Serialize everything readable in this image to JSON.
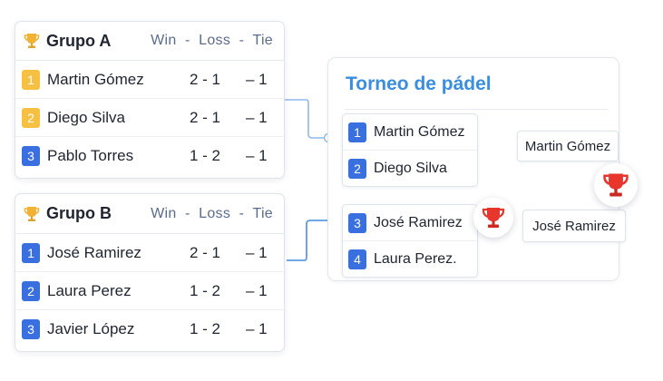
{
  "groups": [
    {
      "title": "Grupo A",
      "columns": "Win  -  Loss  -  Tie",
      "rows": [
        {
          "rank": "1",
          "name": "Martin Gómez",
          "record": "2 - 1",
          "tie": "– 1",
          "badge_color": "#f6c143"
        },
        {
          "rank": "2",
          "name": "Diego Silva",
          "record": "2 - 1",
          "tie": "– 1",
          "badge_color": "#f6c143"
        },
        {
          "rank": "3",
          "name": "Pablo Torres",
          "record": "1 - 2",
          "tie": "– 1",
          "badge_color": "#3a6fe0"
        }
      ]
    },
    {
      "title": "Grupo B",
      "columns": "Win  -  Loss  -  Tie",
      "rows": [
        {
          "rank": "1",
          "name": "José Ramirez",
          "record": "2 - 1",
          "tie": "– 1",
          "badge_color": "#3a6fe0"
        },
        {
          "rank": "2",
          "name": "Laura Perez",
          "record": "1 - 2",
          "tie": "– 1",
          "badge_color": "#3a6fe0"
        },
        {
          "rank": "3",
          "name": "Javier López",
          "record": "1 - 2",
          "tie": "– 1",
          "badge_color": "#3a6fe0"
        }
      ]
    }
  ],
  "bracket": {
    "title": "Torneo de pádel",
    "semifinals": [
      {
        "players": [
          {
            "rank": "1",
            "name": "Martin Gómez"
          },
          {
            "rank": "2",
            "name": "Diego Silva"
          }
        ]
      },
      {
        "players": [
          {
            "rank": "3",
            "name": "José Ramirez"
          },
          {
            "rank": "4",
            "name": "Laura Perez."
          }
        ]
      }
    ],
    "results": [
      "Martin Gómez",
      "José Ramirez"
    ]
  },
  "icons": {
    "group_trophy": "gold-trophy-icon",
    "winner_trophy": "red-trophy-icon"
  },
  "colors": {
    "accent_blue": "#3a8ee0",
    "badge_blue": "#3a6fe0",
    "badge_gold": "#f6c143",
    "trophy_red": "#e8362d"
  }
}
